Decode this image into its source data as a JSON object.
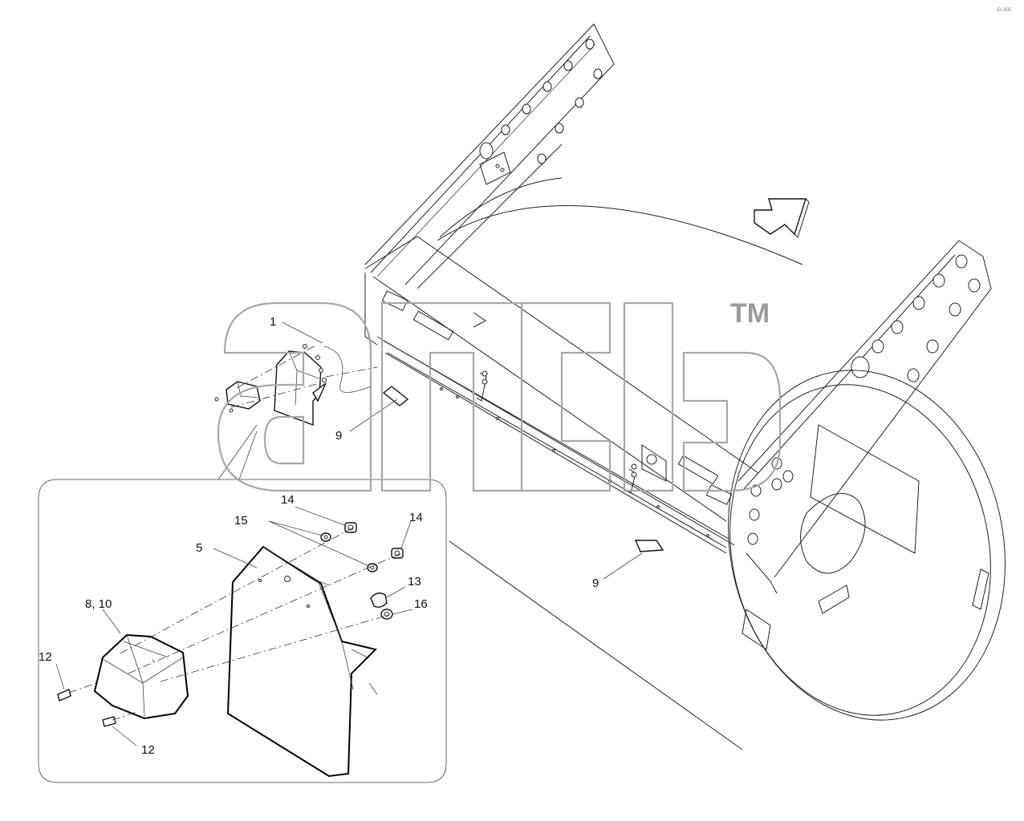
{
  "trademark": "TM",
  "corner_mark": "ID-305",
  "callouts": {
    "c1": "1",
    "c9_upper": "9",
    "c9_lower": "9",
    "c14_left": "14",
    "c14_right": "14",
    "c15": "15",
    "c5": "5",
    "c13": "13",
    "c16": "16",
    "c8_10": "8, 10",
    "c12_top": "12",
    "c12_bottom": "12"
  },
  "icons": {
    "direction": "arrow-icon",
    "watermark": "logo-watermark"
  }
}
